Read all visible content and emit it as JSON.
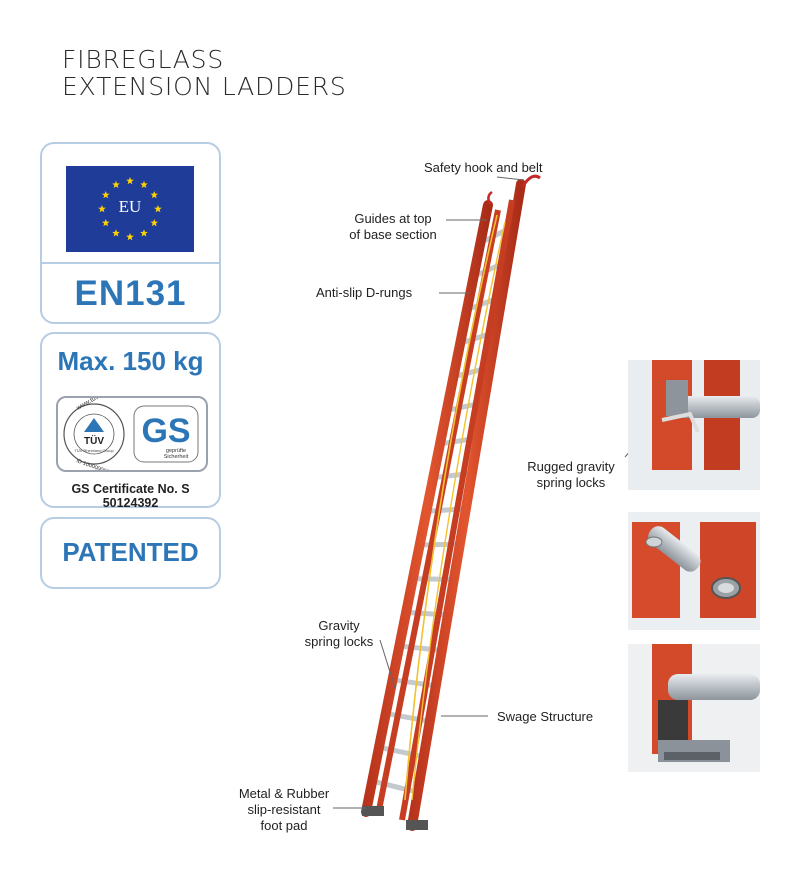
{
  "title": {
    "line1": "FIBREGLASS",
    "line2": "EXTENSION LADDERS"
  },
  "badges": {
    "eu": {
      "flag_text": "EU",
      "standard": "EN131",
      "flag_color": "#1f3c99",
      "star_color": "#ffd200"
    },
    "load": {
      "max_load": "Max. 150 kg",
      "certificate": "GS Certificate No. S 50124392",
      "tuv": {
        "url": "www.tuv.com",
        "mark": "TÜV",
        "small_text": "TÜV Rheinland Group",
        "id": "ID 1000000000"
      },
      "gs": {
        "mark": "GS",
        "caption_line1": "geprüfte",
        "caption_line2": "Sicherheit"
      }
    },
    "patent": "PATENTED"
  },
  "callouts": {
    "safety_hook": "Safety hook and belt",
    "guides_line1": "Guides at top",
    "guides_line2": "of base section",
    "anti_slip": "Anti-slip D-rungs",
    "gravity_line1": "Gravity",
    "gravity_line2": "spring locks",
    "swage": "Swage Structure",
    "foot_line1": "Metal & Rubber",
    "foot_line2": "slip-resistant",
    "foot_line3": "foot pad",
    "rugged_line1": "Rugged gravity",
    "rugged_line2": "spring locks"
  },
  "colors": {
    "accent_blue": "#2c76b8",
    "panel_border": "#b7cde3",
    "ladder_red": "#d9482a",
    "rope_yellow": "#f2c230",
    "rung_silver": "#c4c9ce"
  }
}
